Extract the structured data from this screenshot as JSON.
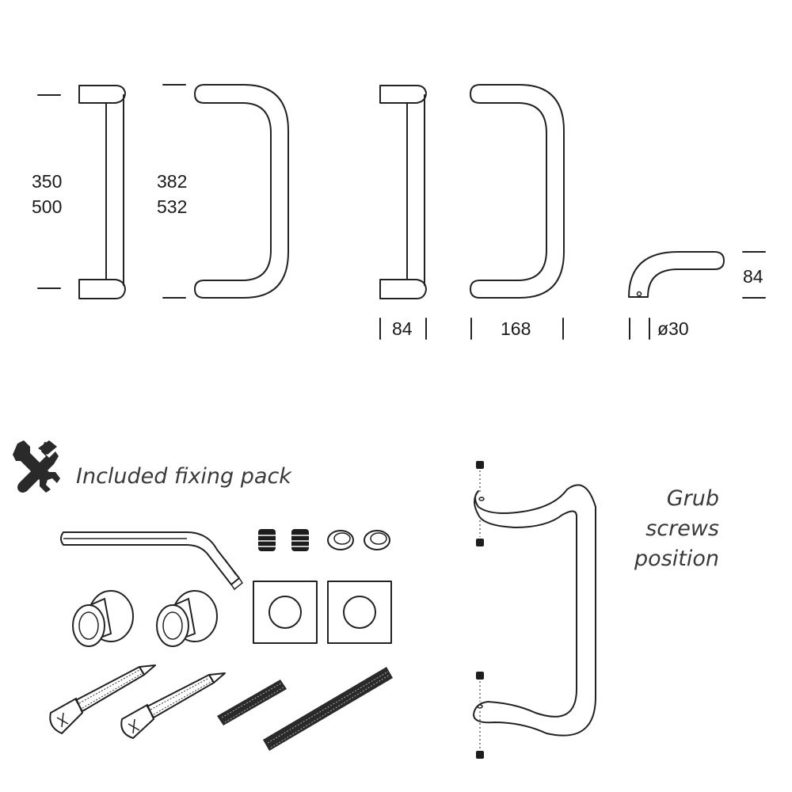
{
  "dimensions": {
    "height_straight_1": "350",
    "height_straight_2": "500",
    "height_offset_1": "382",
    "height_offset_2": "532",
    "width_straight": "84",
    "width_offset": "168",
    "diameter": "ø30",
    "projection": "84"
  },
  "fixing_pack": {
    "title": "Included fixing pack",
    "icon": "tools-icon"
  },
  "grub_screws": {
    "label_line1": "Grub",
    "label_line2": "screws",
    "label_line3": "position"
  }
}
